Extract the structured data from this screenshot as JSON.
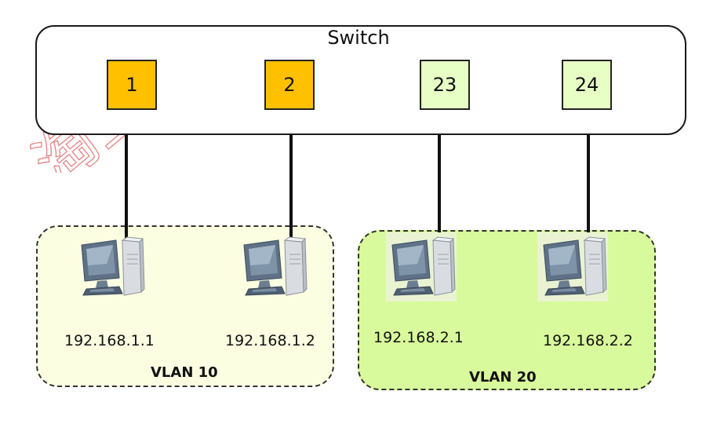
{
  "switch": {
    "label": "Switch"
  },
  "ports": [
    {
      "label": "1",
      "vlan": "VLAN 10"
    },
    {
      "label": "2",
      "vlan": "VLAN 10"
    },
    {
      "label": "23",
      "vlan": "VLAN 20"
    },
    {
      "label": "24",
      "vlan": "VLAN 20"
    }
  ],
  "vlans": [
    {
      "label": "VLAN 10",
      "color": "#fcfee2",
      "port_color": "#ffc000",
      "hosts": [
        {
          "ip": "192.168.1.1"
        },
        {
          "ip": "192.168.1.2"
        }
      ]
    },
    {
      "label": "VLAN 20",
      "color": "#d9fa9c",
      "port_color": "#e7fec5",
      "hosts": [
        {
          "ip": "192.168.2.1"
        },
        {
          "ip": "192.168.2.2"
        }
      ]
    }
  ],
  "icons": {
    "host": "desktop-computer-icon"
  },
  "watermark": {
    "text": "淘宝搜",
    "color": "#e05a5a"
  }
}
